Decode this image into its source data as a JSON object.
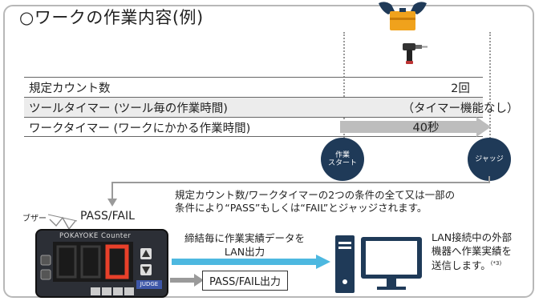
{
  "title": "○ワークの作業内容(例)",
  "table": [
    {
      "label": "規定カウント数",
      "value": "2回"
    },
    {
      "label": "ツールタイマー (ツール毎の作業時間)",
      "value": "（タイマー機能なし）"
    },
    {
      "label": "ワークタイマー (ワークにかかる作業時間)",
      "value": "40秒"
    }
  ],
  "start_label": "作業\nスタート",
  "judge_label": "ジャッジ",
  "condition_note": "規定カウント数/ワークタイマーの2つの条件の全て又は一部の\n条件により“PASS”もしくは“FAIL”とジャッジされます。",
  "buzzer_label": "ブザー",
  "passfail_label": "PASS/FAIL",
  "device": {
    "title": "POKAYOKE Counter",
    "judge_button": "JUDGE"
  },
  "lan_output": "締結毎に作業実績データを\nLAN出力",
  "passfail_output": "PASS/FAIL出力",
  "pc_note_lines": [
    "LAN接続中の外部",
    "機器へ作業実績を",
    "送信します。"
  ],
  "pc_note_ref": "(*3)",
  "colors": {
    "navy": "#1f3a58",
    "arrow_gray": "#bdbdbd",
    "cyan_arrow": "#4db8e0",
    "display_red": "#e8402a",
    "toolbox_orange": "#f0a21c"
  }
}
